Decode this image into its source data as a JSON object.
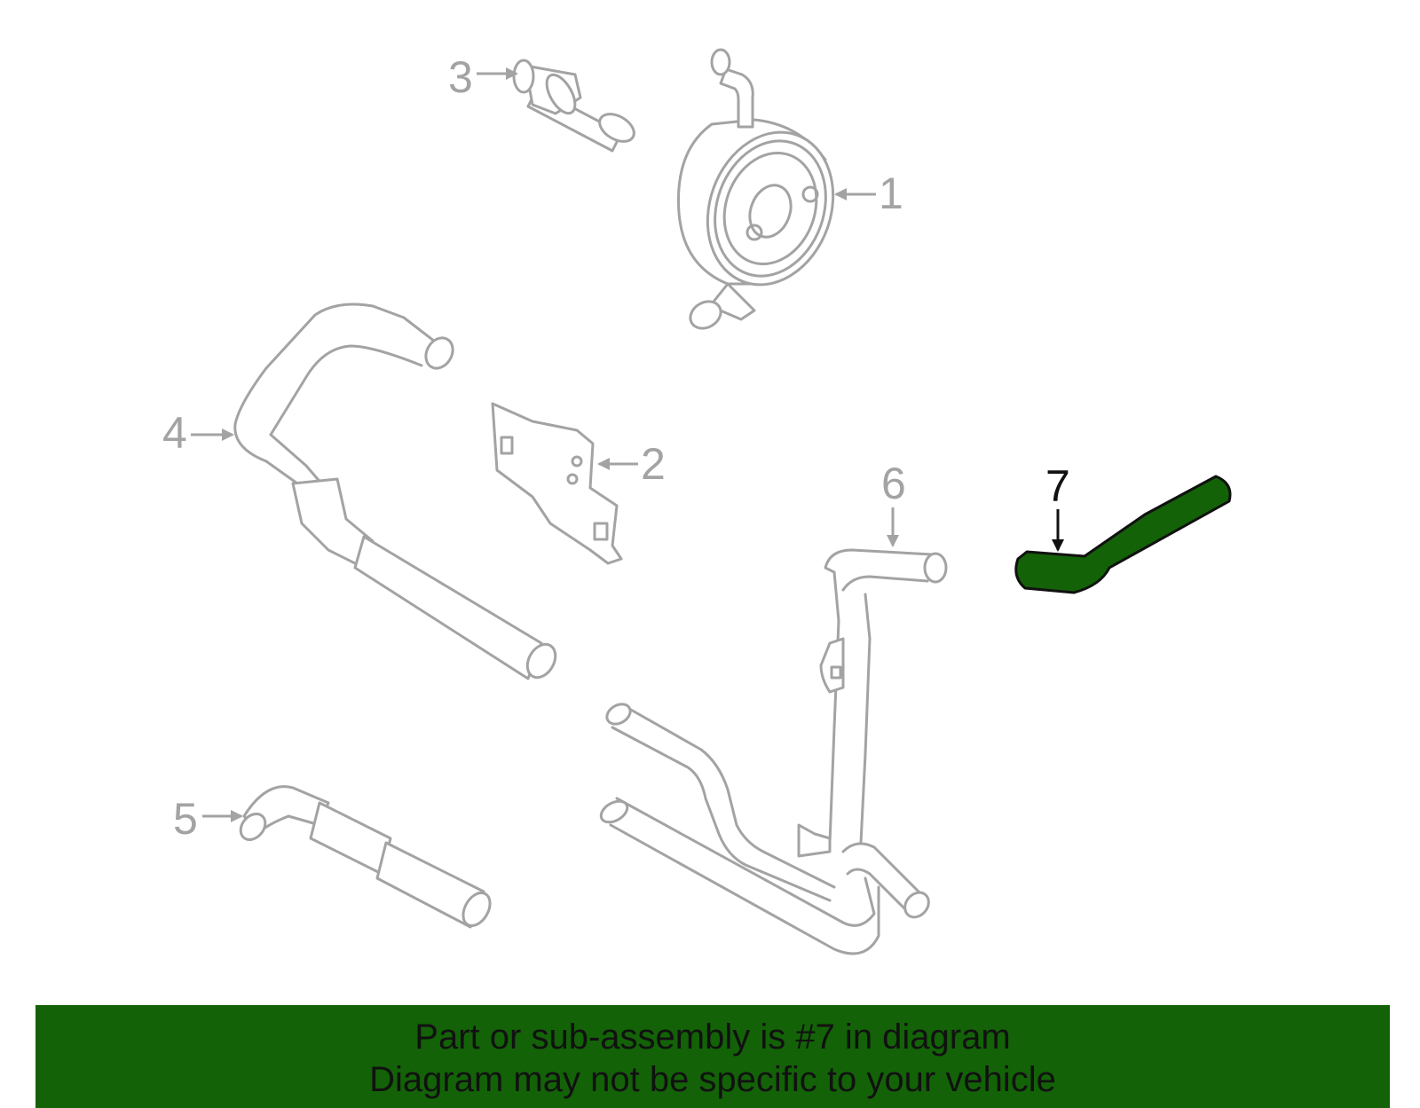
{
  "callouts": [
    "1",
    "2",
    "3",
    "4",
    "5",
    "6",
    "7"
  ],
  "highlighted_part": "7",
  "colors": {
    "highlight": "#136207",
    "banner": "#136207",
    "parts": "#a3a3a3",
    "text": "#111111"
  },
  "banner": {
    "line1": "Part or sub-assembly is #7 in diagram",
    "line2": "Diagram may not be specific to your vehicle"
  }
}
